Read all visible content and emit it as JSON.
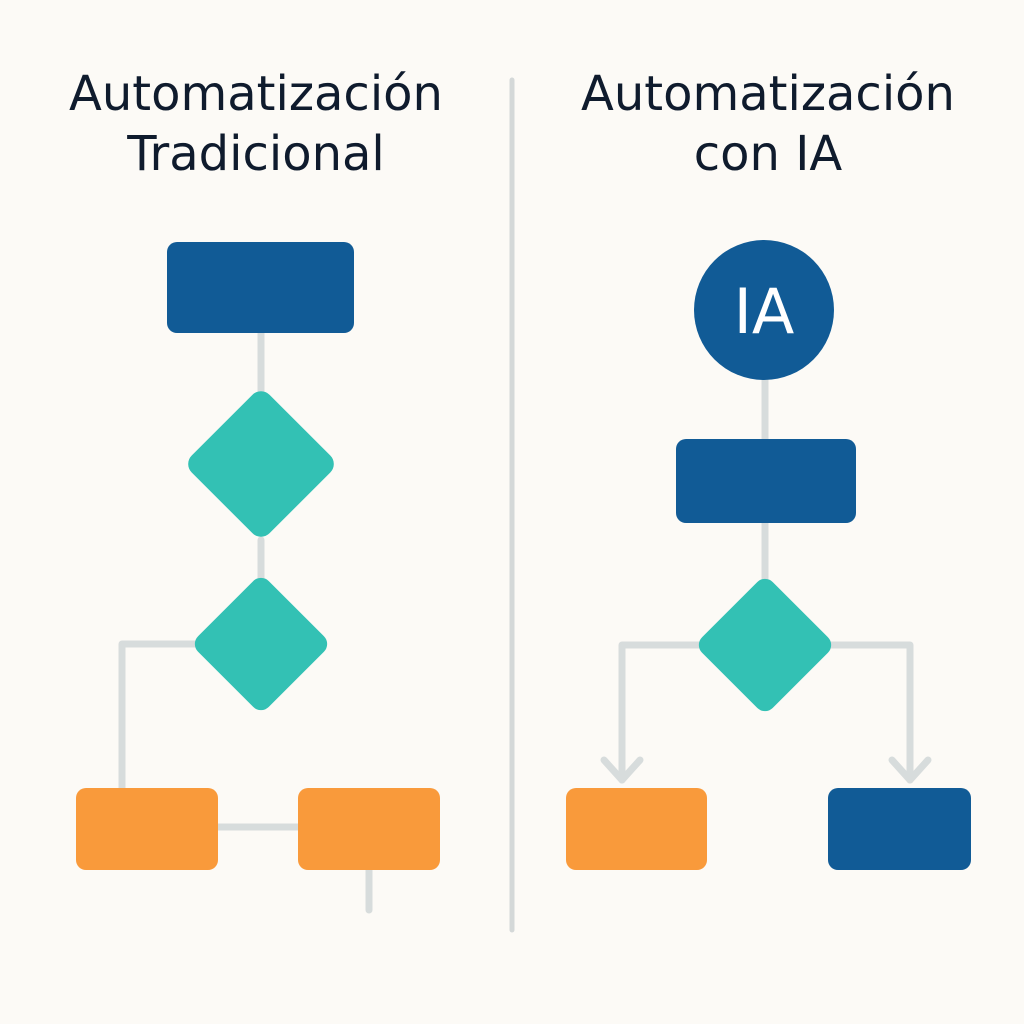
{
  "titles": {
    "left": {
      "line1": "Automatización",
      "line2": "Tradicional"
    },
    "right": {
      "line1": "Automatización",
      "line2": "con IA"
    }
  },
  "right_flow": {
    "ia_node_label": "IA"
  },
  "colors": {
    "background": "#fcfaf6",
    "title_text": "#0f1b2d",
    "process_blue": "#115b96",
    "decision_teal": "#33c1b4",
    "output_orange": "#f99a3b",
    "connector_gray": "#d7dcdc",
    "divider_gray": "#d4d8d8",
    "ia_text": "#ffffff"
  }
}
